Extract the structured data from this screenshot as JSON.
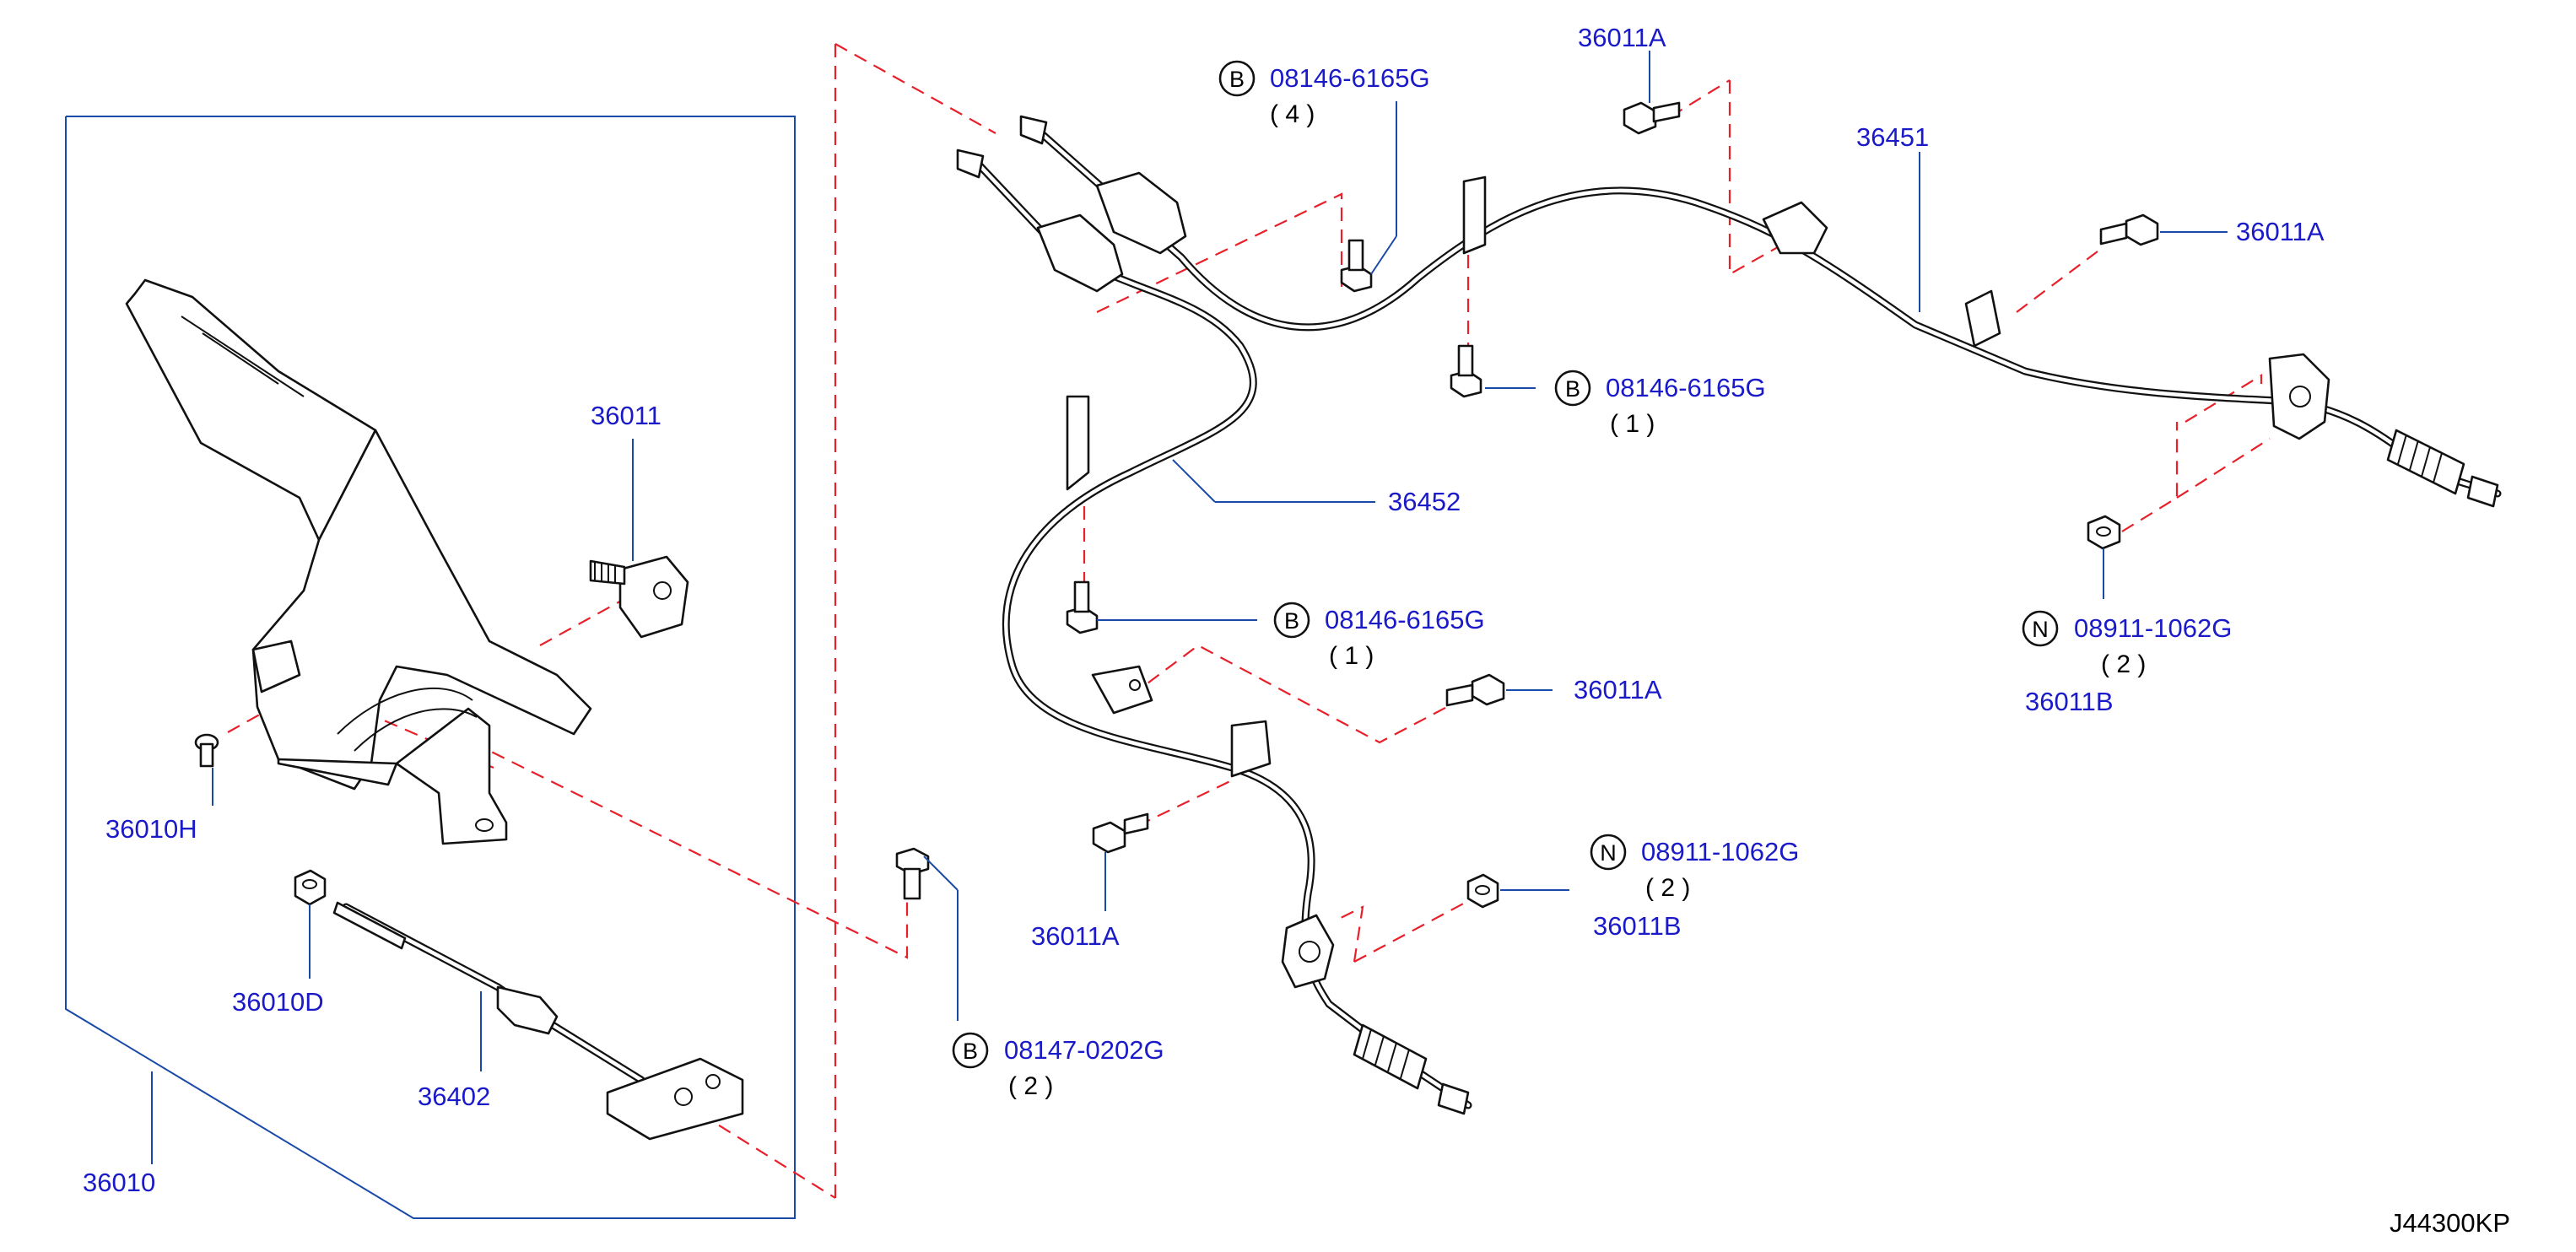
{
  "diagram_code": "J44300KP",
  "labels": {
    "p36010": "36010",
    "p36010H": "36010H",
    "p36010D": "36010D",
    "p36402": "36402",
    "p36011": "36011",
    "p36452": "36452",
    "p36451": "36451",
    "p36011A_top": "36011A",
    "p36011A_right": "36011A",
    "p36011A_mid": "36011A",
    "p36011A_low": "36011A",
    "p36011B_right": "36011B",
    "p36011B_low": "36011B",
    "bolt_top": "08146-6165G",
    "bolt_mid": "08146-6165G",
    "bolt_left": "08146-6165G",
    "bolt_0202": "08147-0202G",
    "nut_right": "08911-1062G",
    "nut_low": "08911-1062G"
  },
  "quantities": {
    "bolt_top": "( 4 )",
    "bolt_mid": "(  1  )",
    "bolt_left": "(  1  )",
    "bolt_0202": "( 2 )",
    "nut_right": "( 2 )",
    "nut_low": "( 2 )"
  },
  "markers": {
    "bolt": "B",
    "nut": "N"
  },
  "icons": {
    "bolt_marker": "circled-letter-b-icon",
    "nut_marker": "circled-letter-n-icon"
  },
  "colors": {
    "label": "#1a1ac8",
    "leader": "#1a4aa8",
    "dashed_reference": "#e8202a",
    "line_art": "#111111"
  }
}
